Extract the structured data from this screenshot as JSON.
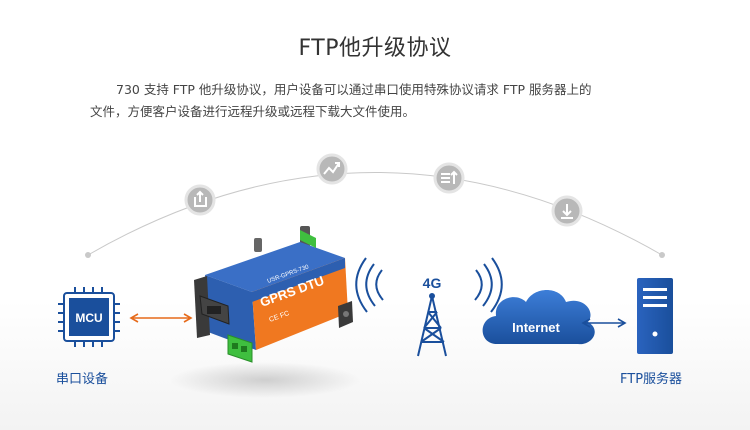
{
  "title": "FTP他升级协议",
  "description": {
    "line1": "730 支持 FTP 他升级协议，用户设备可以通过串口使用特殊协议请求 FTP 服务器上的",
    "line2": "文件，方便客户设备进行远程升级或远程下载大文件使用。"
  },
  "nodes": {
    "mcu": {
      "chip_text": "MCU",
      "label": "串口设备"
    },
    "dtu": {
      "brand": "USR-GPRS-730",
      "product": "GPRS DTU",
      "marks": "CE FC"
    },
    "tower": {
      "label": "4G"
    },
    "cloud": {
      "label": "Internet"
    },
    "server": {
      "label": "FTP服务器"
    }
  },
  "arc_icons": [
    "upload-icon",
    "trend-icon",
    "sort-list-icon",
    "download-icon"
  ],
  "colors": {
    "accent_blue": "#1a4f9c",
    "icon_gray": "#b8b8b8",
    "arrow_orange": "#e66a1a",
    "dtu_orange": "#f07820",
    "dtu_blue": "#2d5fb0",
    "terminal_green": "#3fbf3f"
  }
}
